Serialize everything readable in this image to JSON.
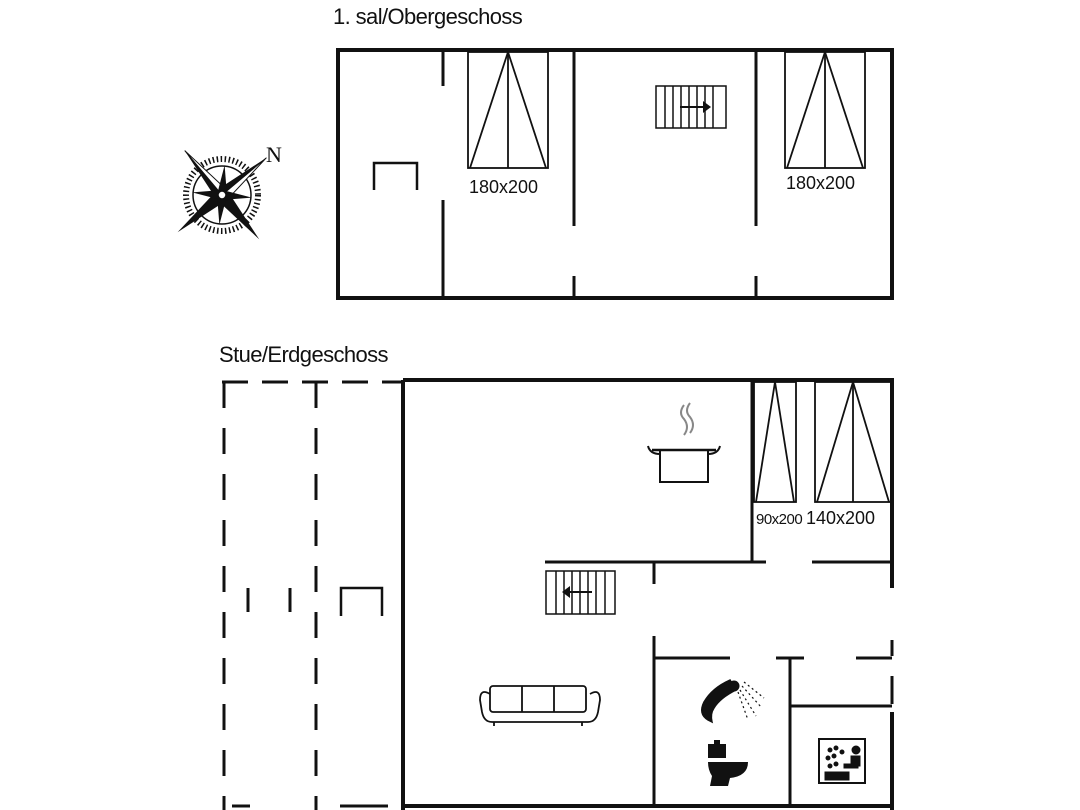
{
  "upper_floor": {
    "title": "1. sal/Obergeschoss",
    "bed_left_label": "180x200",
    "bed_right_label": "180x200"
  },
  "ground_floor": {
    "title": "Stue/Erdgeschoss",
    "bed_single_label": "90x200",
    "bed_double_label": "140x200"
  },
  "compass": {
    "north_label": "N"
  },
  "icons": [
    "compass-rose-icon",
    "stairs-icon",
    "bed-icon",
    "table-icon",
    "cooking-pot-icon",
    "sofa-icon",
    "shower-icon",
    "toilet-icon",
    "sauna-icon"
  ],
  "colors": {
    "line": "#111111",
    "background": "#ffffff"
  }
}
